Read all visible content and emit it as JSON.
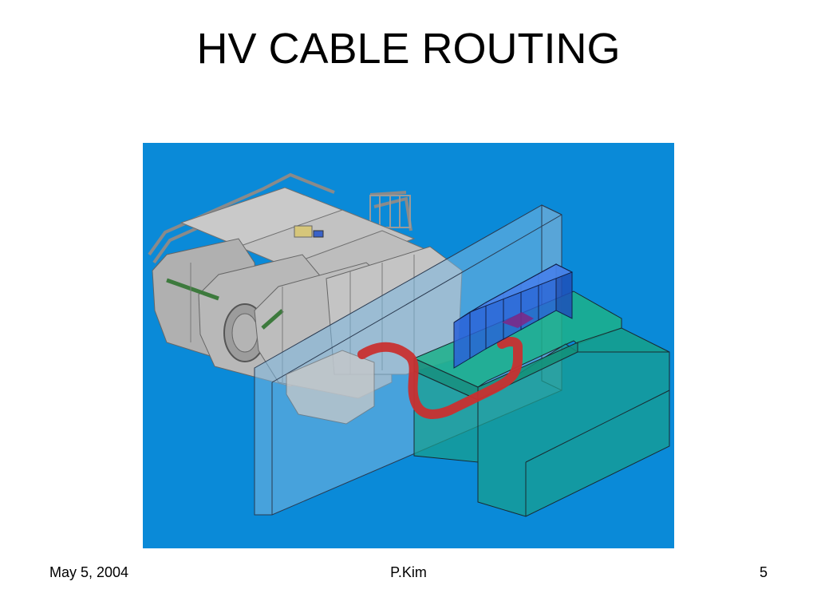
{
  "slide": {
    "title": "HV CABLE ROUTING"
  },
  "footer": {
    "date": "May 5, 2004",
    "author": "P.Kim",
    "page_number": "5"
  },
  "figure": {
    "background_color": "#0a8ad8",
    "detector_color": "#b5b5b5",
    "wall_color": "#7ab7e0",
    "platform_color": "#17a08c",
    "cable_color": "#c83030",
    "rack_color": "#2a62d8"
  }
}
